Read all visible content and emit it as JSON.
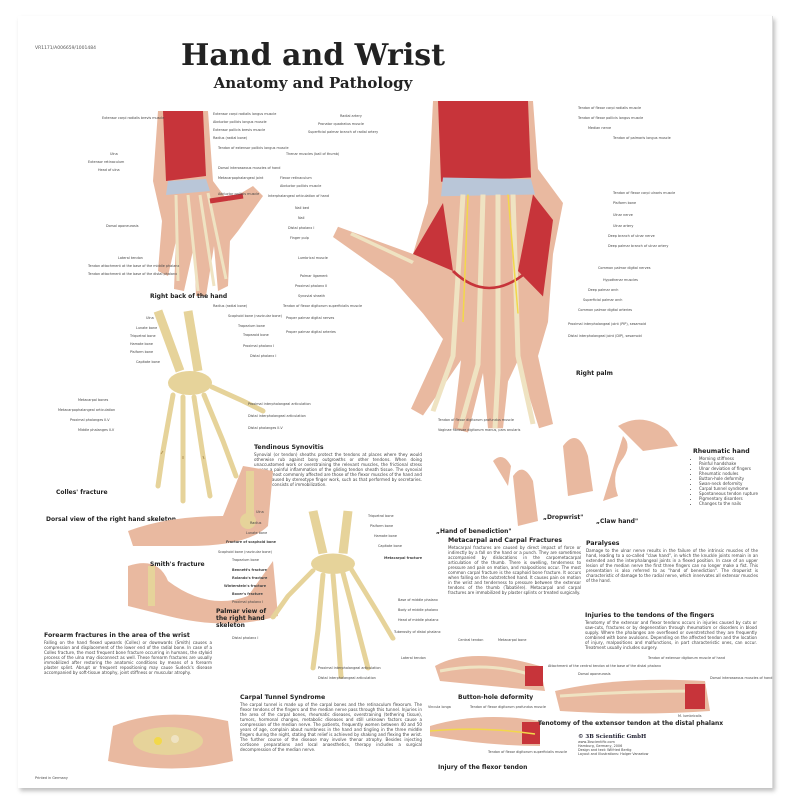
{
  "header": {
    "code": "VR1171/A006659/1001484",
    "title": "Hand and Wrist",
    "subtitle": "Anatomy and Pathology"
  },
  "figures": {
    "back_of_hand": {
      "caption": "Right back of the hand",
      "labels": [
        "Extensor carpi radialis brevis muscle",
        "Extensor carpi radialis longus muscle",
        "Abductor pollicis longus muscle",
        "Extensor pollicis brevis muscle",
        "Radius (radial bone)",
        "Ulna",
        "Extensor retinaculum",
        "Head of ulna",
        "Tendon of extensor pollicis longus muscle",
        "Dorsal interosseous muscles of hand",
        "Metacarpophalangeal joint",
        "Adductor pollicis muscle",
        "Dorsal aponeurosis",
        "Lateral tendon",
        "Tendon attachment at the base of the middle phalanx",
        "Tendon attachment at the base of the distal phalanx"
      ]
    },
    "palm": {
      "caption": "Right palm",
      "labels": [
        "Radial artery",
        "Pronator quadratus muscle",
        "Superficial palmar branch of radial artery",
        "Tendon of flexor carpi radialis muscle",
        "Tendon of flexor pollicis longus muscle",
        "Median nerve",
        "Tendon of palmaris longus muscle",
        "Thenar muscles (ball of thumb)",
        "Flexor retinaculum",
        "Abductor pollicis muscle",
        "Tendon of flexor carpi ulnaris muscle",
        "Pisiform bone",
        "Ulnar nerve",
        "Ulnar artery",
        "Deep branch of ulnar nerve",
        "Deep palmar branch of ulnar artery",
        "Interphalangeal articulation of hand",
        "Nail bed",
        "Nail",
        "Distal phalanx I",
        "Finger pulp",
        "Lumbrical muscle",
        "Common palmar digital nerves",
        "Hypothenar muscles",
        "Deep palmar arch",
        "Superficial palmar arch",
        "Common palmar digital arteries",
        "Palmar ligament",
        "Proximal phalanx II",
        "Synovial sheath",
        "Tendon of flexor digitorum superficialis muscle",
        "Proper palmar digital nerves",
        "Proper palmar digital arteries",
        "Vaginae fibrosae digitorum manus, pars anularis",
        "Proximal interphalangeal joint (PIP), sesamoid",
        "Distal interphalangeal joint (DIP), sesamoid",
        "Tendon of flexor digitorum profundus muscle"
      ]
    },
    "dorsal_skeleton": {
      "caption": "Dorsal view of the right hand skeleton",
      "labels": [
        "Radius (radial bone)",
        "Ulna",
        "Scaphoid bone (navicular bone)",
        "Lunate bone",
        "Trapezium bone",
        "Triquetral bone",
        "Trapezoid bone",
        "Hamate bone",
        "Pisiform bone",
        "Capitate bone",
        "Proximal phalanx I",
        "Distal phalanx I",
        "Metacarpal bones",
        "Metacarpophalangeal articulation",
        "Proximal phalanges II-V",
        "Middle phalanges II-V",
        "Proximal interphalangeal articulation",
        "Distal interphalangeal articulation",
        "Distal phalanges II-V"
      ]
    },
    "palmar_skeleton": {
      "caption": "Palmar view of the right hand skeleton",
      "labels": [
        "Ulna",
        "Radius",
        "Lunate bone",
        "Fracture of scaphoid bone",
        "Scaphoid bone (navicular bone)",
        "Trapezium bone",
        "Bennett's fracture",
        "Rolando's fracture",
        "Winterstein's fracture",
        "Boxer's fracture",
        "Proximal phalanx I",
        "Distal phalanx I",
        "Triquetral bone",
        "Pisiform bone",
        "Hamate bone",
        "Capitate bone",
        "Metacarpal fracture",
        "Base of middle phalanx",
        "Body of middle phalanx",
        "Head of middle phalanx",
        "Tuberosity of distal phalanx",
        "Proximal interphalangeal articulation",
        "Distal interphalangeal articulation"
      ]
    },
    "colles": {
      "caption": "Colles' fracture"
    },
    "smith": {
      "caption": "Smith's fracture"
    },
    "claw": {
      "caption": "„Claw hand\""
    },
    "benediction": {
      "caption": "„Hand of benediction\""
    },
    "drop_wrist": {
      "caption": "„Dropwrist\""
    },
    "button_hole": {
      "caption": "Button-hole deformity",
      "labels": [
        "Central tendon",
        "Metacarpal bone",
        "Lateral tendon"
      ]
    },
    "flexor_injury": {
      "caption": "Injury of the flexor tendon",
      "labels": [
        "Vincula longa",
        "Tendon of flexor digitorum profundus muscle",
        "Tendon of flexor digitorum superficialis muscle"
      ]
    },
    "tenotomy": {
      "caption": "Tenotomy of the extensor tendon at the distal phalanx",
      "labels": [
        "Attachment of the central tendon at the base of the distal phalanx",
        "Dorsal aponeurosis",
        "Tendon of extensor digitorum muscle of hand",
        "Dorsal interosseous muscles of hand",
        "M. lumbricalis"
      ]
    }
  },
  "sections": {
    "synovitis": {
      "heading": "Tendinous Synovitis",
      "text": "Synovial (or tendon) sheaths protect the tendons at places where they would otherwise rub against bony outgrowths or other tendons. When doing unaccustomed work or overstraining the relevant muscles, the frictional stress causes a painful inflammation of the gliding tendon sheath tissue. The synovial sheaths most commonly affected are those of the flexor muscles of the hand and fingers caused by stereotype finger work, such as that performed by secretaries. Therapy consists of immobilization."
    },
    "rheumatic": {
      "heading": "Rheumatic hand",
      "items": [
        "Morning stiffness",
        "Painful handshake",
        "Ulnar deviation of fingers",
        "Rheumatic nodules",
        "Button-hole deformity",
        "Swan-neck deformity",
        "Carpal tunnel syndrome",
        "Spontaneous tendon rupture",
        "Pigmentary disorders",
        "Changes to the nails"
      ]
    },
    "paralyses": {
      "heading": "Paralyses",
      "text": "Damage to the ulnar nerve results in the failure of the intrinsic muscles of the hand, leading to a so-called \"claw hand\", in which the knuckle joints remain in an extended and the interphalangeal joints in a flexed position. In case of an upper lesion of the median nerve the first three fingers can no longer make a fist. This presentation is also referred to as \"hand of benediction\". The dropwrist is characteristic of damage to the radial nerve, which innervates all extensor muscles of the hand."
    },
    "forearm": {
      "heading": "Forearm fractures in the area of the wrist",
      "text": "Falling on the hand flexed upwards (Colles) or downwards (Smith) causes a compression and displacement of the lower end of the radial bone. In case of a Colles fracture, the most frequent bone fracture occurring in humans, the styloid process of the ulna may disconnect as well. These forearm fractures are usually immobilized after restoring the anatomic conditions by means of a forearm plaster splint. Abrupt or frequent repositioning may cause Sudeck's disease accompanied by soft-tissue atrophy, joint stiffness or muscular atrophy."
    },
    "metacarpal": {
      "heading": "Metacarpal and Carpal Fractures",
      "text": "Metacarpal fractures are caused by direct impact of force or indirectly by a fall on the hand or a punch. They are sometimes accompanied by dislocations in the carpometacarpal articulation of the thumb. There is swelling, tenderness to pressure and pain on motion, and malpositions occur. The most common carpal fracture is the scaphoid bone fracture. It occurs when falling on the outstretched hand. It causes pain on motion in the wrist and tenderness to pressure between the extensor tendons of the thumb (Tabatière). Metacarpal and carpal fractures are immobilized by plaster splints or treated surgically."
    },
    "tendon_injuries": {
      "heading": "Injuries to the tendons of the fingers",
      "text": "Tenotomy of the extensor and flexor tendons occurs in injuries caused by cuts or saw-cuts, fractures or by degeneration through rheumatism or disorders in blood supply. Where the phalanges are overflexed or overstretched they are frequently combined with bone avulsions. Depending on the affected tendon and the location of injury, malpositions and malfunctions, in part characteristic ones, can occur. Treatment usually includes surgery."
    },
    "carpal_tunnel": {
      "heading": "Carpal Tunnel Syndrome",
      "text": "The carpal tunnel is made up of the carpal bones and the retinaculum flexorum. The flexor tendons of the fingers and the median nerve pass through this tunnel. Injuries in the area of the carpal bones, rheumatic diseases, overstraining (tethering tissue), tumors, hormonal changes, metabolic diseases and still unknown factors cause a compression of the median nerve. The patients, frequently women between 40 and 50 years of age, complain about numbness in the hand and tingling in the three middle fingers during the night, stating that relief is achieved by shaking and flexing the wrist. The further course of the disease may involve thenar atrophy. Besides injecting cortisone preparations and local anaesthetics, therapy includes a surgical decompression of the median nerve."
    }
  },
  "footer": {
    "publisher": "© 3B Scientific GmbH",
    "lines": [
      "www.3bscientific.com",
      "Hamburg, Germany, 2006",
      "Design and text: Wilfried Bertig",
      "Layout and Illustrations: Holger Vanselow"
    ],
    "printed": "Printed in Germany"
  },
  "colors": {
    "muscle": "#c7343a",
    "tendon": "#efe3c2",
    "bone": "#e6d39a",
    "skin": "#e9b9a0",
    "nerve": "#f2d84a",
    "vein": "#4f7fbf"
  }
}
